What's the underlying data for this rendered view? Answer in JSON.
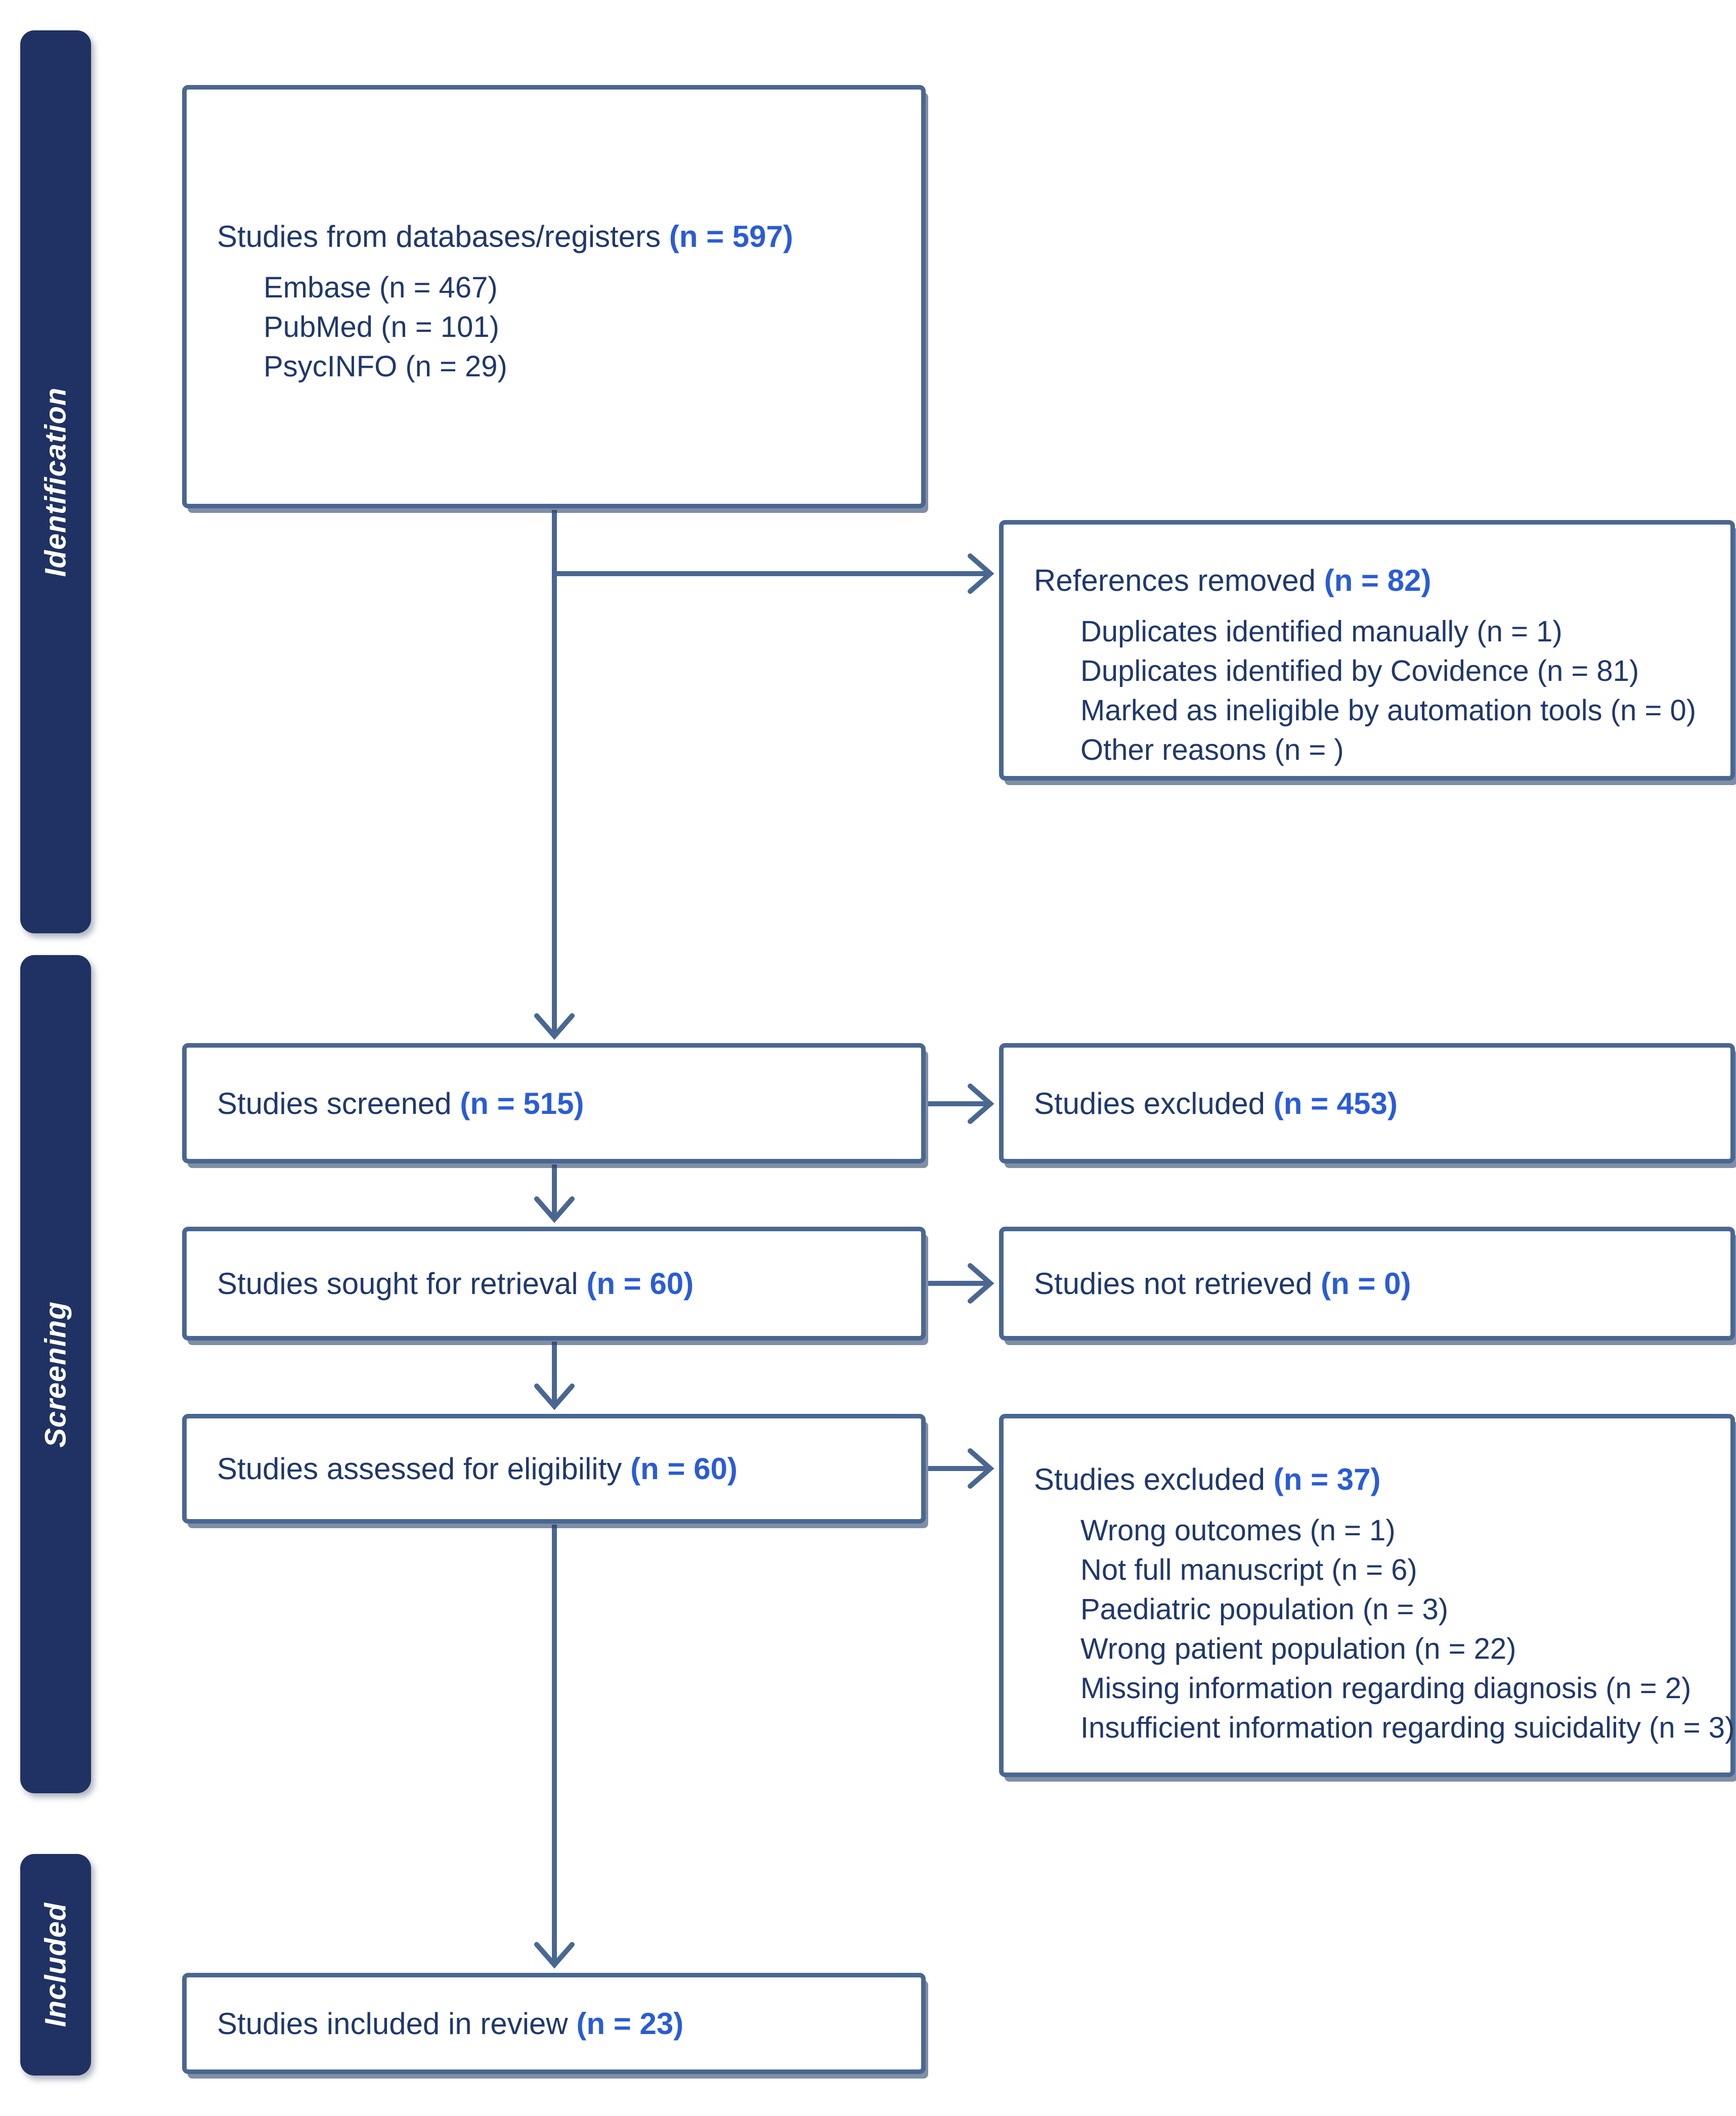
{
  "palette": {
    "navy_text": "#20386b",
    "accent_blue": "#2a5cd7",
    "line_slate": "#4a6792",
    "sidebar_navy": "#1f3263",
    "background": "#ffffff"
  },
  "sidebar": {
    "identification": "Identification",
    "screening": "Screening",
    "included": "Included"
  },
  "boxes": {
    "databases": {
      "label": "Studies from databases/registers",
      "count": "(n = 597)",
      "items": [
        "Embase (n = 467)",
        "PubMed (n = 101)",
        "PsycINFO (n = 29)"
      ]
    },
    "references_removed": {
      "label": "References removed",
      "count": "(n = 82)",
      "items": [
        "Duplicates identified manually (n = 1)",
        "Duplicates identified by Covidence (n = 81)",
        "Marked as ineligible by automation tools (n = 0)",
        "Other reasons (n = )"
      ]
    },
    "screened": {
      "label": "Studies screened",
      "count": "(n = 515)"
    },
    "excluded_screening": {
      "label": "Studies excluded",
      "count": "(n = 453)"
    },
    "sought": {
      "label": "Studies sought for retrieval",
      "count": "(n = 60)"
    },
    "not_retrieved": {
      "label": "Studies not retrieved",
      "count": "(n = 0)"
    },
    "assessed": {
      "label": "Studies assessed for eligibility",
      "count": "(n = 60)"
    },
    "excluded_eligibility": {
      "label": "Studies excluded",
      "count": "(n = 37)",
      "items": [
        "Wrong outcomes (n = 1)",
        "Not full manuscript (n = 6)",
        "Paediatric population (n = 3)",
        "Wrong patient population (n = 22)",
        "Missing information regarding diagnosis (n = 2)",
        "Insufficient information regarding suicidality (n = 3)"
      ]
    },
    "included": {
      "label": "Studies included in review",
      "count": "(n = 23)"
    }
  }
}
